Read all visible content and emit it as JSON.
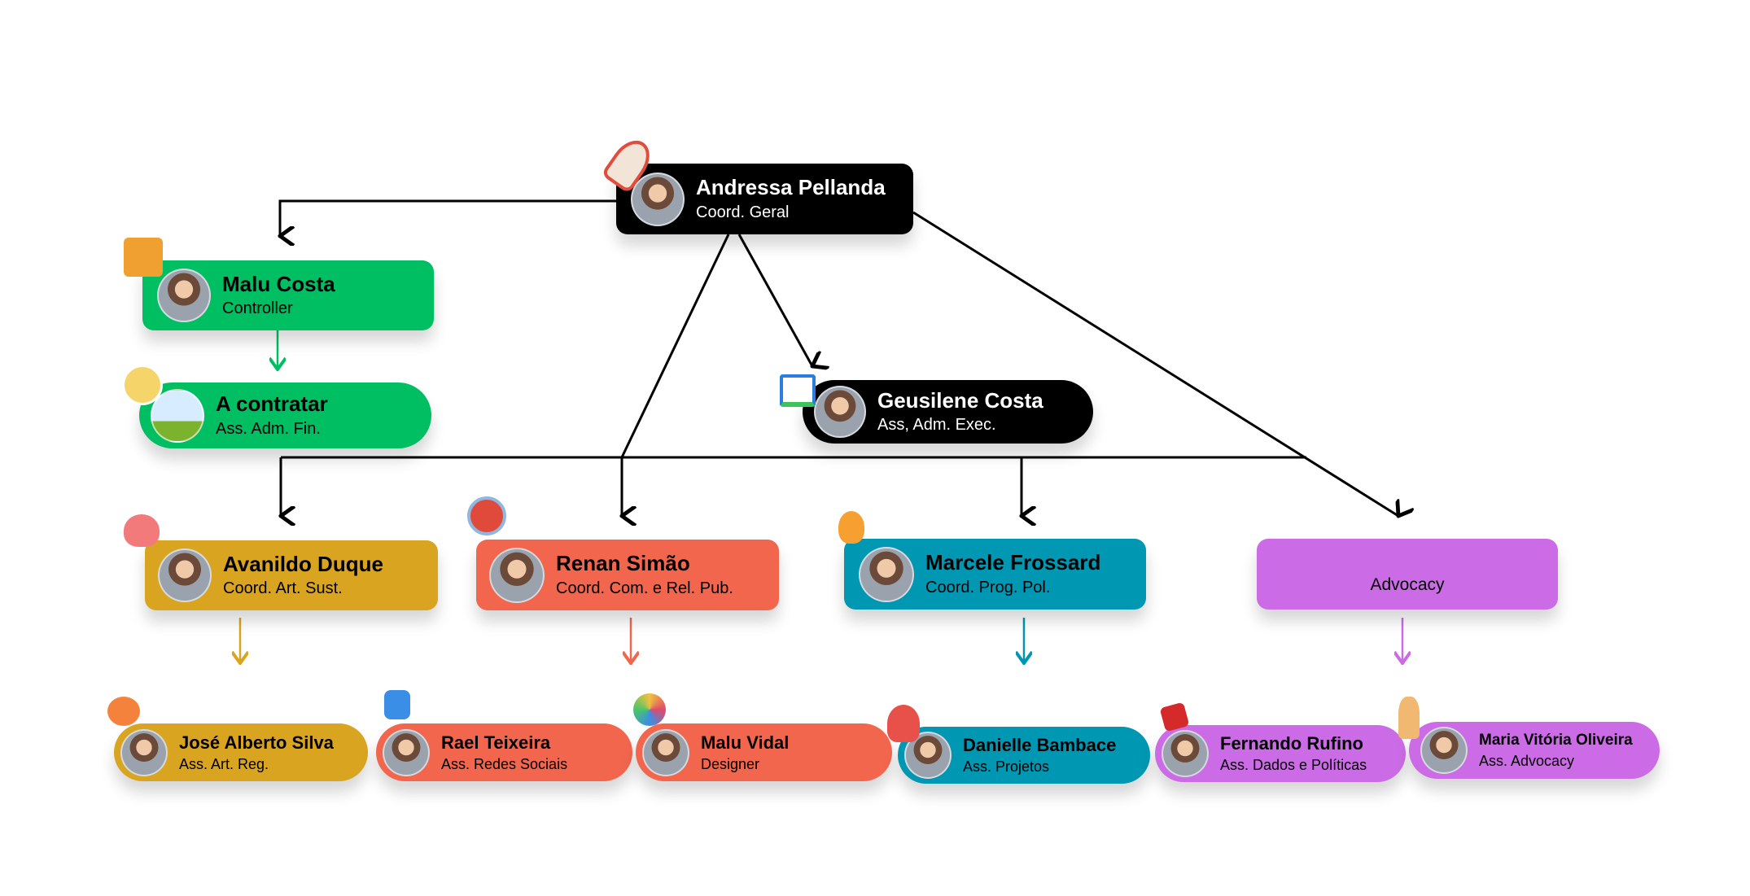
{
  "colors": {
    "black": "#000000",
    "green": "#00BF63",
    "gold": "#D9A520",
    "coral": "#F2664E",
    "teal": "#0097B2",
    "purple": "#CB6CE6"
  },
  "nodes": {
    "andressa": {
      "name": "Andressa Pellanda",
      "role": "Coord. Geral",
      "icon": "rocket-icon"
    },
    "malu_costa": {
      "name": "Malu Costa",
      "role": "Controller",
      "icon": "safe-icon"
    },
    "a_contratar": {
      "name": "A contratar",
      "role": "Ass. Adm. Fin.",
      "icon": "finance-icon"
    },
    "geusilene": {
      "name": "Geusilene Costa",
      "role": "Ass, Adm. Exec.",
      "icon": "house-icon"
    },
    "avanildo": {
      "name": "Avanildo Duque",
      "role": "Coord. Art. Sust.",
      "icon": "heart-hug-icon"
    },
    "renan": {
      "name": "Renan Simão",
      "role": "Coord. Com. e Rel. Pub.",
      "icon": "megaphone-icon"
    },
    "marcele": {
      "name": "Marcele Frossard",
      "role": "Coord. Prog. Pol.",
      "icon": "lightbulb-icon"
    },
    "advocacy": {
      "role": "Advocacy"
    },
    "jose": {
      "name": "José Alberto Silva",
      "role": "Ass. Art. Reg.",
      "icon": "chat-bubbles-icon"
    },
    "rael": {
      "name": "Rael Teixeira",
      "role": "Ass. Redes Sociais",
      "icon": "thumbs-up-icon"
    },
    "malu_vidal": {
      "name": "Malu Vidal",
      "role": "Designer",
      "icon": "paint-palette-icon"
    },
    "danielle": {
      "name": "Danielle Bambace",
      "role": "Ass. Projetos",
      "icon": "octopus-icon"
    },
    "fernando": {
      "name": "Fernando Rufino",
      "role": "Ass. Dados e Políticas",
      "icon": "dice-icon"
    },
    "maria": {
      "name": "Maria Vitória Oliveira",
      "role": "Ass. Advocacy",
      "icon": "chess-knight-icon"
    }
  }
}
